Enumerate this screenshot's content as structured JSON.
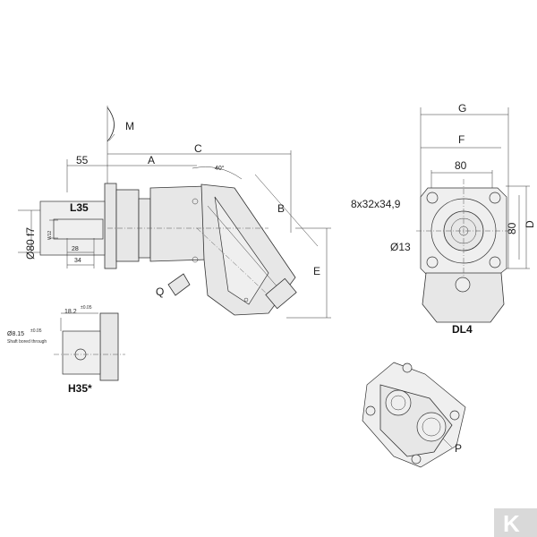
{
  "dimensions": {
    "m": "M",
    "d55": "55",
    "a": "A",
    "c": "C",
    "angle": "40°",
    "b": "B",
    "l35": "L35",
    "shaft_dia": "Ø80 f7",
    "spline": "W12",
    "d28": "28",
    "d34": "34",
    "q": "Q",
    "e": "E",
    "g": "G",
    "f": "F",
    "d80_top": "80",
    "holes": "8x32x34,9",
    "d13": "Ø13",
    "d80_side": "80",
    "d": "D",
    "dl4": "DL4",
    "d18_2": "18.2",
    "tol18": "±0.05",
    "d8_15": "Ø8.15",
    "tol8": "±0.05",
    "shaft_note": "Shaft bored through",
    "h35": "H35*",
    "p": "P"
  },
  "logo": {
    "letter": "K"
  }
}
